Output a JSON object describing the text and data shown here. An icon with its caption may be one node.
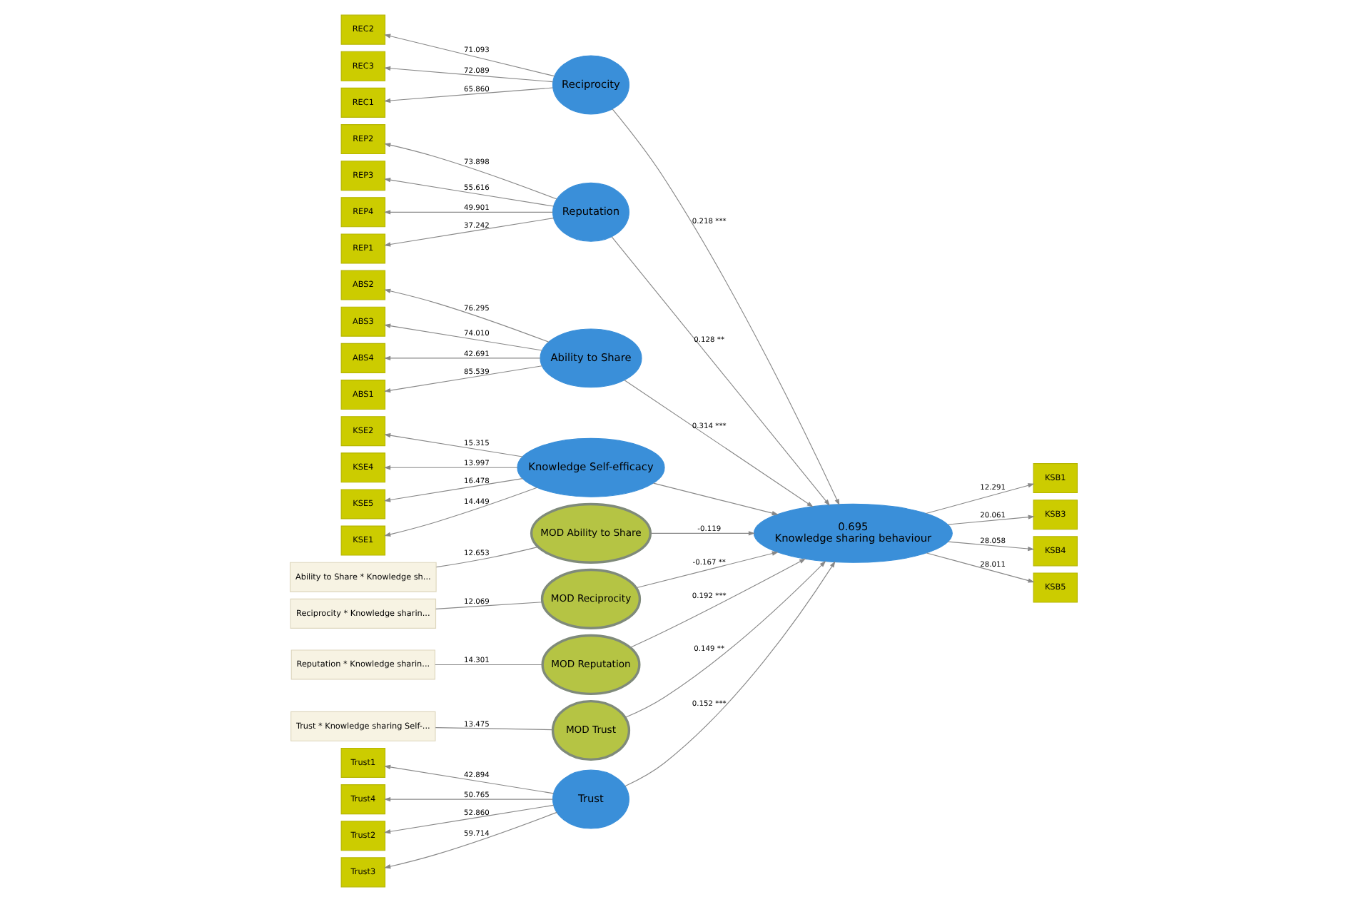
{
  "diagram": {
    "nodes": [
      {
        "text": [
          "Trust1"
        ]
      },
      {
        "text": [
          "Trust2"
        ]
      },
      {
        "text": [
          "Trust3"
        ]
      },
      {
        "text": [
          "Trust4"
        ]
      },
      {
        "text": [
          "Trust"
        ]
      },
      {
        "text": [
          "REC1"
        ]
      },
      {
        "text": [
          "REC2"
        ]
      },
      {
        "text": [
          "REC3"
        ]
      },
      {
        "text": [
          "Reciprocity"
        ]
      },
      {
        "text": [
          "REP1"
        ]
      },
      {
        "text": [
          "REP2"
        ]
      },
      {
        "text": [
          "REP3"
        ]
      },
      {
        "text": [
          "REP4"
        ]
      },
      {
        "text": [
          "Reputation"
        ]
      },
      {
        "text": [
          "ABS1"
        ]
      },
      {
        "text": [
          "ABS2"
        ]
      },
      {
        "text": [
          "ABS3"
        ]
      },
      {
        "text": [
          "ABS4"
        ]
      },
      {
        "text": [
          "Ability to Share"
        ]
      },
      {
        "text": [
          "KSE1"
        ]
      },
      {
        "text": [
          "KSE2"
        ]
      },
      {
        "text": [
          "KSE4"
        ]
      },
      {
        "text": [
          "KSE5"
        ]
      },
      {
        "text": [
          "Knowledge Self-efficacy"
        ]
      },
      {
        "text": [
          "0.695",
          "Knowledge sharing behaviour"
        ]
      },
      {
        "text": [
          "KSB1"
        ]
      },
      {
        "text": [
          "KSB3"
        ]
      },
      {
        "text": [
          "KSB4"
        ]
      },
      {
        "text": [
          "KSB5"
        ]
      },
      {
        "text": [
          "MOD Ability to Share"
        ]
      },
      {
        "text": [
          "MOD Reciprocity"
        ]
      },
      {
        "text": [
          "MOD Reputation"
        ]
      },
      {
        "text": [
          "MOD Trust"
        ]
      },
      {
        "text": [
          "Ability to Share * Knowledge sh..."
        ]
      },
      {
        "text": [
          "Reciprocity * Knowledge sharin..."
        ]
      },
      {
        "text": [
          "Reputation * Knowledge sharin..."
        ]
      },
      {
        "text": [
          "Trust * Knowledge sharing Self-..."
        ]
      }
    ],
    "edges": [
      {
        "from": 4,
        "to": 0,
        "arrow": "to",
        "label": "42.894"
      },
      {
        "from": 4,
        "to": 1,
        "arrow": "to",
        "label": "52.860"
      },
      {
        "from": 4,
        "to": 2,
        "arrow": "to",
        "label": "59.714"
      },
      {
        "from": 4,
        "to": 3,
        "arrow": "to",
        "label": "50.765"
      },
      {
        "from": 8,
        "to": 5,
        "arrow": "to",
        "label": "65.860"
      },
      {
        "from": 8,
        "to": 6,
        "arrow": "to",
        "label": "71.093"
      },
      {
        "from": 8,
        "to": 7,
        "arrow": "to",
        "label": "72.089"
      },
      {
        "from": 13,
        "to": 9,
        "arrow": "to",
        "label": "37.242"
      },
      {
        "from": 13,
        "to": 10,
        "arrow": "to",
        "label": "73.898"
      },
      {
        "from": 13,
        "to": 11,
        "arrow": "to",
        "label": "55.616"
      },
      {
        "from": 13,
        "to": 12,
        "arrow": "to",
        "label": "49.901"
      },
      {
        "from": 18,
        "to": 14,
        "arrow": "to",
        "label": "85.539"
      },
      {
        "from": 18,
        "to": 15,
        "arrow": "to",
        "label": "76.295"
      },
      {
        "from": 18,
        "to": 16,
        "arrow": "to",
        "label": "74.010"
      },
      {
        "from": 18,
        "to": 17,
        "arrow": "to",
        "label": "42.691"
      },
      {
        "from": 23,
        "to": 19,
        "arrow": "to",
        "label": "14.449"
      },
      {
        "from": 23,
        "to": 20,
        "arrow": "to",
        "label": "15.315"
      },
      {
        "from": 23,
        "to": 21,
        "arrow": "to",
        "label": "13.997"
      },
      {
        "from": 23,
        "to": 22,
        "arrow": "to",
        "label": "16.478"
      },
      {
        "from": 24,
        "to": 25,
        "arrow": "to",
        "label": "12.291"
      },
      {
        "from": 24,
        "to": 26,
        "arrow": "to",
        "label": "20.061"
      },
      {
        "from": 24,
        "to": 27,
        "arrow": "to",
        "label": "28.058"
      },
      {
        "from": 24,
        "to": 28,
        "arrow": "to",
        "label": "28.011"
      },
      {
        "from": 4,
        "to": 24,
        "arrow": "to",
        "label": "0.152 ***"
      },
      {
        "from": 8,
        "to": 24,
        "arrow": "to",
        "label": "0.218 ***"
      },
      {
        "from": 13,
        "to": 24,
        "arrow": "to",
        "label": "0.128 **"
      },
      {
        "from": 18,
        "to": 24,
        "arrow": "to",
        "label": "0.314 ***"
      },
      {
        "from": 23,
        "to": 24,
        "arrow": "to"
      },
      {
        "from": 29,
        "to": 24,
        "arrow": "to",
        "label": "-0.119"
      },
      {
        "from": 30,
        "to": 24,
        "arrow": "to",
        "label": "-0.167 **"
      },
      {
        "from": 31,
        "to": 24,
        "arrow": "to",
        "label": "0.192 ***"
      },
      {
        "from": 32,
        "to": 24,
        "arrow": "to",
        "label": "0.149 **"
      },
      {
        "from": 29,
        "to": 33,
        "arrow": "none",
        "label": "12.653"
      },
      {
        "from": 30,
        "to": 34,
        "arrow": "none",
        "label": "12.069"
      },
      {
        "from": 31,
        "to": 35,
        "arrow": "none",
        "label": "14.301"
      },
      {
        "from": 32,
        "to": 36,
        "arrow": "none",
        "label": "13.475"
      }
    ]
  }
}
